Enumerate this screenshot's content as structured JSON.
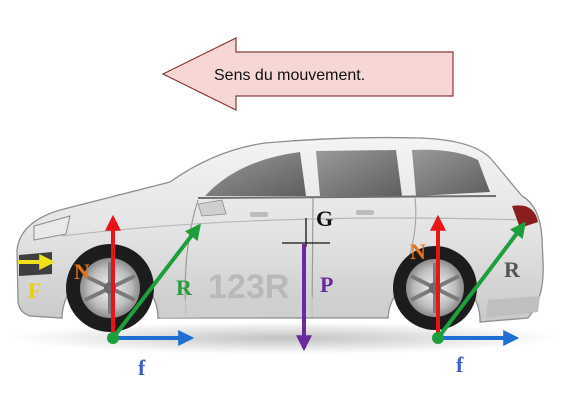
{
  "banner": {
    "text": "Sens du mouvement."
  },
  "labels": {
    "gravity_center": "G",
    "weight": "P",
    "front_normal": "N",
    "front_reaction": "R",
    "front_friction": "f",
    "rear_normal": "N",
    "rear_reaction": "R",
    "rear_friction": "f",
    "applied_force": "F"
  },
  "watermark": {
    "text": "123R"
  },
  "colors": {
    "banner_fill": "#f7d6d6",
    "normal": "#e8141a",
    "reaction": "#1e9e3c",
    "friction": "#1f6fd1",
    "weight": "#6a2a9c",
    "applied_force": "#f0e21c",
    "label_N": "#e4731e",
    "label_R_front": "#2a9a3a",
    "label_R_rear": "#555555",
    "label_f": "#3a5fc8",
    "label_P": "#6a2a9c",
    "label_F": "#e8cf14"
  }
}
